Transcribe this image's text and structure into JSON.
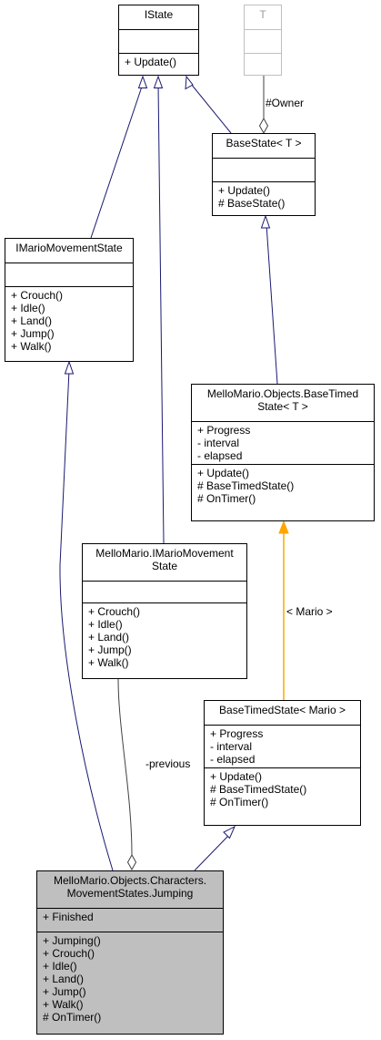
{
  "classes": {
    "istate": {
      "title": "IState",
      "attributes": [],
      "operations": [
        "+ Update()"
      ]
    },
    "t": {
      "title": "T",
      "attributes": [],
      "operations": []
    },
    "basestate": {
      "title": "BaseState< T >",
      "attributes": [],
      "operations": [
        "+ Update()",
        "# BaseState()"
      ]
    },
    "imariomovementstate": {
      "title": "IMarioMovementState",
      "attributes": [],
      "operations": [
        "+ Crouch()",
        "+ Idle()",
        "+ Land()",
        "+ Jump()",
        "+ Walk()"
      ]
    },
    "basetimedstate_t": {
      "title_lines": [
        "MelloMario.Objects.BaseTimed",
        "State< T >"
      ],
      "attributes": [
        "+ Progress",
        "- interval",
        "- elapsed"
      ],
      "operations": [
        "+ Update()",
        "# BaseTimedState()",
        "# OnTimer()"
      ]
    },
    "mellomario_imms": {
      "title_lines": [
        "MelloMario.IMarioMovement",
        "State"
      ],
      "attributes": [],
      "operations": [
        "+ Crouch()",
        "+ Idle()",
        "+ Land()",
        "+ Jump()",
        "+ Walk()"
      ]
    },
    "basetimedstate_mario": {
      "title": "BaseTimedState< Mario >",
      "attributes": [
        "+ Progress",
        "- interval",
        "- elapsed"
      ],
      "operations": [
        "+ Update()",
        "# BaseTimedState()",
        "# OnTimer()"
      ]
    },
    "jumping": {
      "title_lines": [
        "MelloMario.Objects.Characters.",
        "MovementStates.Jumping"
      ],
      "attributes": [
        "+ Finished"
      ],
      "operations": [
        "+ Jumping()",
        "+ Crouch()",
        "+ Idle()",
        "+ Land()",
        "+ Jump()",
        "+ Walk()",
        "# OnTimer()"
      ]
    }
  },
  "edge_labels": {
    "owner": "#Owner",
    "template_arg": "< Mario >",
    "previous": "-previous"
  },
  "colors": {
    "inheritance": "#191970",
    "composition": "#404040",
    "template": "#ffa500",
    "ghost": "#bfbfbf",
    "focus_fill": "#bfbfbf"
  }
}
